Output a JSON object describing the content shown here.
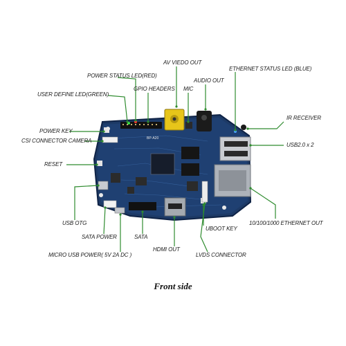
{
  "caption": "Front side",
  "board": {
    "silkscreen": "BP-A20"
  },
  "colors": {
    "leader": "#2e8b2e",
    "pcb": "#1d3a66",
    "pcb_edge": "#0f2346"
  },
  "labels": {
    "av_video_out": "AV VIEDO OUT",
    "power_status_led": "POWER STATUS LED(RED)",
    "ethernet_status_led": "ETHERNET STATUS LED (BLUE)",
    "audio_out": "AUDIO OUT",
    "gpio_headers": "GPIO HEADERS",
    "mic": "MIC",
    "user_define_led": "USER DEFINE LED(GREEN)",
    "ir_receiver": "IR RECEIVER",
    "power_key": "POWER KEY",
    "csi_connector": "CSI CONNECTOR CAMERA",
    "usb20": "USB2.0 x 2",
    "reset": "RESET",
    "usb_otg": "USB OTG",
    "ethernet_out": "10/100/1000 ETHERNET OUT",
    "sata_power": "SATA POWER",
    "sata": "SATA",
    "uboot_key": "UBOOT KEY",
    "hdmi_out": "HDMI OUT",
    "micro_usb_power": "MICRO USB POWER( 5V 2A DC )",
    "lvds_connector": "LVDS CONNECTOR"
  }
}
